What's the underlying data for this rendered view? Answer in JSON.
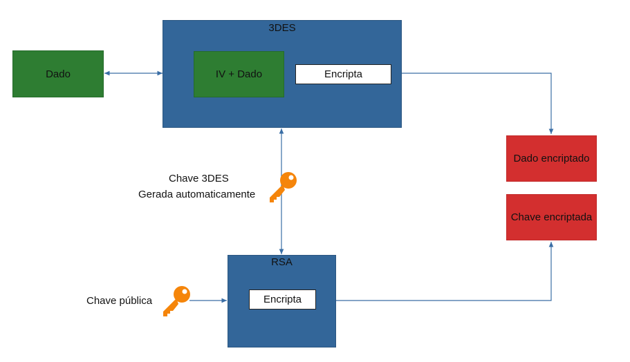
{
  "nodes": {
    "dado": "Dado",
    "des3_title": "3DES",
    "iv_dado": "IV + Dado",
    "encripta_3des": "Encripta",
    "rsa_title": "RSA",
    "encripta_rsa": "Encripta",
    "dado_encriptado": "Dado encriptado",
    "chave_encriptada": "Chave encriptada"
  },
  "labels": {
    "chave_3des": "Chave 3DES",
    "gerada_automaticamente": "Gerada automaticamente",
    "chave_publica": "Chave pública"
  },
  "colors": {
    "block_blue": "#336699",
    "data_green": "#2e7d32",
    "output_red": "#d32f2f",
    "connector": "#3a6ea5",
    "key_orange": "#f5850a"
  },
  "icons": {
    "key_3des": "key-icon",
    "key_public": "key-icon"
  }
}
